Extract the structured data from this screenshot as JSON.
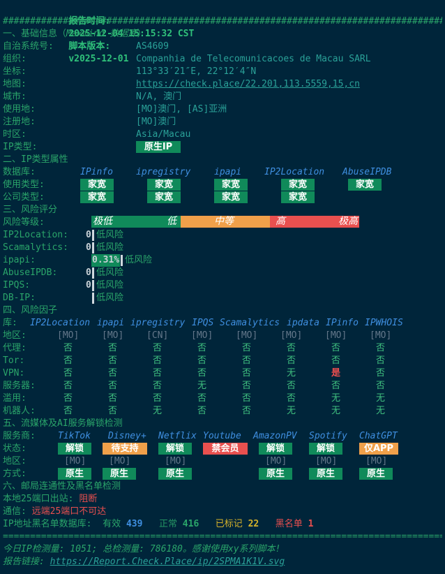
{
  "header": {
    "label": "报告时间:",
    "datetime": "2025-12-04 15:15:32 CST",
    "version_label": "脚本版本:",
    "version": "v2025-12-01"
  },
  "separator_hash": "########################################################################################################",
  "separator_eq": "========================================================================================================",
  "basic": {
    "title": "一、基础信息（",
    "title_db": "Maxmind 数据库",
    "title_end": "）",
    "rows": [
      {
        "label": "自治系统号:",
        "value": "AS4609"
      },
      {
        "label": "组织:",
        "value": "Companhia de Telecomunicacoes de Macau SARL"
      },
      {
        "label": "坐标:",
        "value": "113°33′21″E, 22°12′4″N"
      },
      {
        "label": "地图:",
        "value": "https://check.place/22.201,113.5559,15,cn"
      },
      {
        "label": "城市:",
        "value": "N/A, 澳门"
      },
      {
        "label": "使用地:",
        "value": "[MO]澳门, [AS]亚洲"
      },
      {
        "label": "注册地:",
        "value": "[MO]澳门"
      },
      {
        "label": "时区:",
        "value": "Asia/Macau"
      },
      {
        "label": "IP类型:",
        "value": "原生IP"
      }
    ]
  },
  "iptype": {
    "title": "二、IP类型属性",
    "db_label": "数据库:",
    "dbs": [
      "IPinfo",
      "ipregistry",
      "ipapi",
      "IP2Location",
      "AbuseIPDB"
    ],
    "use_label": "使用类型:",
    "use": [
      "家宽",
      "家宽",
      "家宽",
      "家宽",
      "家宽"
    ],
    "company_label": "公司类型:",
    "company": [
      "家宽",
      "家宽",
      "家宽",
      "家宽"
    ]
  },
  "risk": {
    "title": "三、风险评分",
    "level_label": "风险等级:",
    "bar": {
      "very_low": "极低",
      "low": "低",
      "medium": "中等",
      "high": "高",
      "very_high": "极高"
    },
    "rows": [
      {
        "label": "IP2Location:",
        "score": "0",
        "text": "低风险"
      },
      {
        "label": "Scamalytics:",
        "score": "0",
        "text": "低风险"
      },
      {
        "label": "ipapi:",
        "score": "0.31%",
        "text": "低风险"
      },
      {
        "label": "AbuseIPDB:",
        "score": "0",
        "text": "低风险"
      },
      {
        "label": "IPQS:",
        "score": "0",
        "text": "低风险"
      },
      {
        "label": "DB-IP:",
        "score": "",
        "text": "低风险"
      }
    ]
  },
  "factors": {
    "title": "四、风险因子",
    "lib_label": "库:",
    "dbs": [
      "IP2Location",
      "ipapi",
      "ipregistry",
      "IPQS",
      "Scamalytics",
      "ipdata",
      "IPinfo",
      "IPWHOIS"
    ],
    "rows": [
      {
        "label": "地区:",
        "values": [
          "[MO]",
          "[MO]",
          "[CN]",
          "[MO]",
          "[MO]",
          "[MO]",
          "[MO]",
          "[MO]"
        ]
      },
      {
        "label": "代理:",
        "values": [
          "否",
          "否",
          "否",
          "否",
          "否",
          "否",
          "否",
          "否"
        ]
      },
      {
        "label": "Tor:",
        "values": [
          "否",
          "否",
          "否",
          "否",
          "否",
          "否",
          "否",
          "否"
        ]
      },
      {
        "label": "VPN:",
        "values": [
          "否",
          "否",
          "否",
          "否",
          "否",
          "无",
          "是",
          "否"
        ]
      },
      {
        "label": "服务器:",
        "values": [
          "否",
          "否",
          "否",
          "无",
          "否",
          "否",
          "否",
          "否"
        ]
      },
      {
        "label": "滥用:",
        "values": [
          "否",
          "否",
          "否",
          "否",
          "否",
          "否",
          "无",
          "无"
        ]
      },
      {
        "label": "机器人:",
        "values": [
          "否",
          "否",
          "无",
          "否",
          "否",
          "无",
          "无",
          "无"
        ]
      }
    ]
  },
  "media": {
    "title": "五、流媒体及AI服务解锁检测",
    "svc_label": "服务商:",
    "services": [
      "TikTok",
      "Disney+",
      "Netflix",
      "Youtube",
      "AmazonPV",
      "Spotify",
      "ChatGPT"
    ],
    "status_label": "状态:",
    "status": [
      "解锁",
      "待支持",
      "解锁",
      "禁会员",
      "解锁",
      "解锁",
      "仅APP"
    ],
    "region_label": "地区:",
    "region": [
      "[MO]",
      "[MO]",
      "[MO]",
      "",
      "[MO]",
      "[MO]",
      "[MO]"
    ],
    "method_label": "方式:",
    "method": [
      "原生",
      "原生",
      "原生",
      "",
      "原生",
      "原生",
      "原生"
    ]
  },
  "mail": {
    "title": "六、邮局连通性及黑名单检测",
    "port_label": "本地25端口出站:",
    "port_value": "阻断",
    "comm_label": "通信:",
    "comm_value": "远端25端口不可达",
    "bl_label": "IP地址黑名单数据库:",
    "valid_label": "有效",
    "valid": "439",
    "normal_label": "正常",
    "normal": "416",
    "marked_label": "已标记",
    "marked": "22",
    "black_label": "黑名单",
    "black": "1"
  },
  "footer": {
    "stats": "今日IP检测量: 1051; 总检测量: 786180。感谢使用xy系列脚本!",
    "report_label": "报告链接:",
    "report_link": "https://Report.Check.Place/ip/2SPMA1K1V.svg"
  },
  "colors": {
    "background": "#00253a",
    "green_tag": "#108a5a",
    "orange_tag": "#f0a04a",
    "red_tag": "#e9504f",
    "blue_text": "#3f8fe0",
    "cyan_text": "#2aa198"
  }
}
